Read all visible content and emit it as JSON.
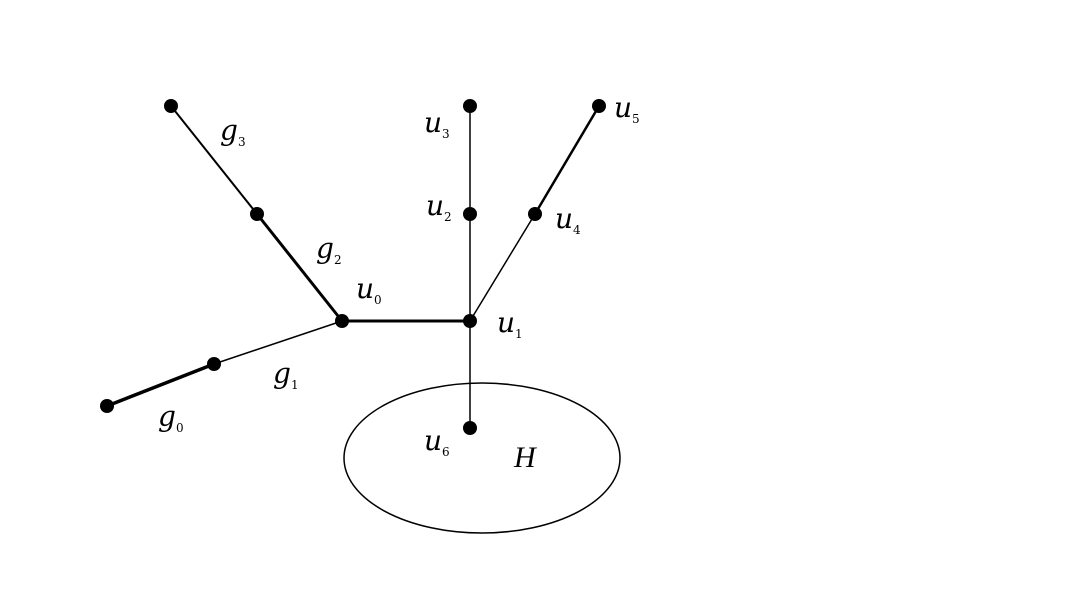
{
  "diagram": {
    "labels": {
      "g0": {
        "base": "g",
        "sub": "0"
      },
      "g1": {
        "base": "g",
        "sub": "1"
      },
      "g2": {
        "base": "g",
        "sub": "2"
      },
      "g3": {
        "base": "g",
        "sub": "3"
      },
      "u0": {
        "base": "u",
        "sub": "0"
      },
      "u1": {
        "base": "u",
        "sub": "1"
      },
      "u2": {
        "base": "u",
        "sub": "2"
      },
      "u3": {
        "base": "u",
        "sub": "3"
      },
      "u4": {
        "base": "u",
        "sub": "4"
      },
      "u5": {
        "base": "u",
        "sub": "5"
      },
      "u6": {
        "base": "u",
        "sub": "6"
      },
      "H": "H"
    }
  }
}
